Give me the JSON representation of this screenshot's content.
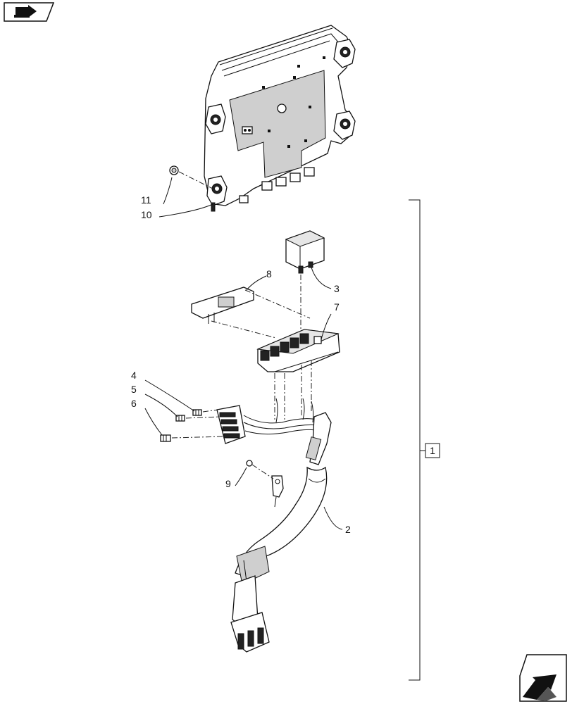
{
  "labels": {
    "l1": "1",
    "l2": "2",
    "l3": "3",
    "l4": "4",
    "l5": "5",
    "l6": "6",
    "l7": "7",
    "l8": "8",
    "l9": "9",
    "l10": "10",
    "l11": "11"
  },
  "icons": {
    "top_left": "book-arrow-icon",
    "bottom_right": "next-page-arrow-icon"
  }
}
